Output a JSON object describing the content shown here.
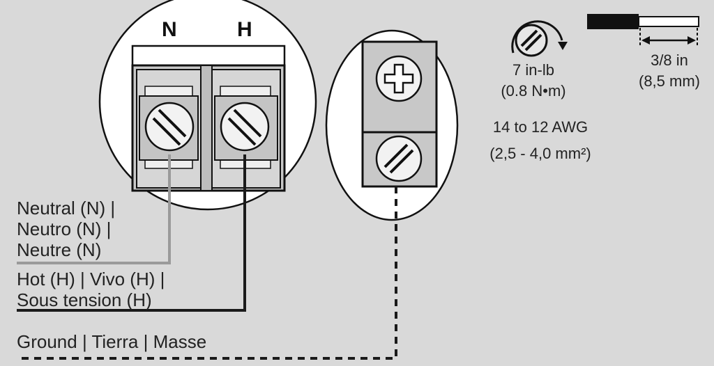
{
  "terminals": {
    "neutral": "N",
    "hot": "H"
  },
  "labels": {
    "neutral": [
      "Neutral (N) |",
      "Neutro (N) |",
      "Neutre (N)"
    ],
    "hot": [
      "Hot (H) | Vivo (H) |",
      "Sous tension (H)"
    ],
    "ground": "Ground | Tierra | Masse"
  },
  "torque": {
    "value": "7 in-lb",
    "metric": "(0.8 N•m)"
  },
  "wire_gauge": {
    "awg": "14 to 12 AWG",
    "metric": "(2,5 - 4,0 mm²)"
  },
  "strip_length": {
    "imperial": "3/8 in",
    "metric": "(8,5 mm)"
  },
  "icons": [
    "screw-icon",
    "rotation-arrow-icon",
    "stripped-wire-icon",
    "phillips-screw-icon"
  ],
  "colors": {
    "background": "#d9d9d9",
    "neutral_wire": "#9a9a9a",
    "hot_wire": "#1a1a1a",
    "ground_wire": "#1a1a1a"
  }
}
